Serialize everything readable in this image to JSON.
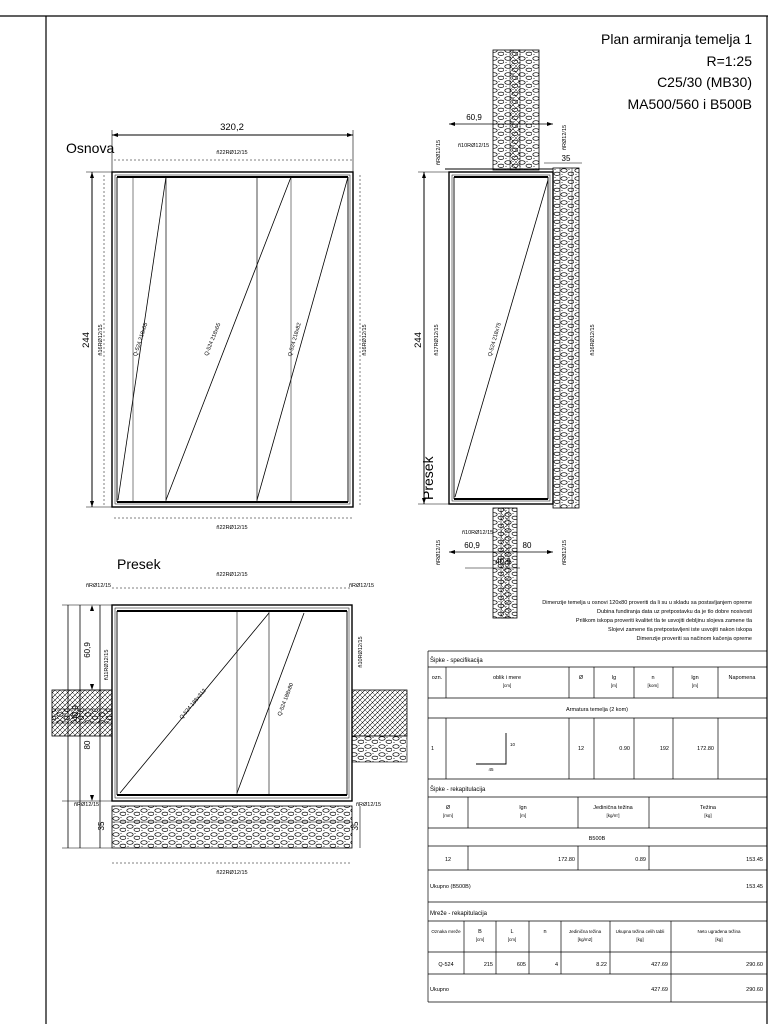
{
  "title_block": {
    "title": "Plan armiranja temelja 1",
    "scale": "R=1:25",
    "concrete": "C25/30 (MB30)",
    "steel": "MA500/560 i B500B"
  },
  "plan_view": {
    "label": "Osnova",
    "width_dim": "320,2",
    "height_dim": "244",
    "rebar_top": "ñ22RØ12/15",
    "rebar_bottom": "ñ22RØ12/15",
    "rebar_left": "ñ16RØ12/15",
    "rebar_right": "ñ16RØ12/15",
    "mesh_left": "Q-524 218x65",
    "mesh_center": "Q-524 218x65",
    "mesh_right": "Q-524 218x82"
  },
  "section_side": {
    "label": "Presek",
    "dim_top_left": "60,9",
    "dim_top_right": "35",
    "dim_height": "244",
    "dim_bottom_left": "60,9",
    "dim_bottom_mid": "80",
    "dim_bottom_small": "40,9",
    "rebar_top_left": "ñRØ12/15",
    "rebar_top": "ñ10RØ12/15",
    "rebar_top_right": "ñRØ12/15",
    "rebar_left": "ñ17RØ12/15",
    "rebar_right": "ñ16RØ12/15",
    "rebar_bottom_left": "ñRØ12/15",
    "rebar_bottom": "ñ10RØ12/15",
    "rebar_bottom_right": "ñRØ12/15",
    "mesh": "Q-524 218x75"
  },
  "section_front": {
    "label": "Presek",
    "dim_a": "60,9",
    "dim_b": "40,9",
    "dim_c": "80",
    "dim_d": "35",
    "rebar_top": "ñ22RØ12/15",
    "rebar_bottom": "ñ22RØ12/15",
    "rebar_corner_tl": "ñRØ12/15",
    "rebar_corner_tr": "ñRØ12/15",
    "rebar_corner_bl": "ñRØ12/15",
    "rebar_corner_br": "ñRØ12/15",
    "rebar_left": "ñ11RØ12/15",
    "rebar_right": "ñ10RØ12/15",
    "mesh_a": "Q-524 188x312",
    "mesh_b": "Q-524 188x80"
  },
  "notes": [
    "Dimenzije temelja u osnovi 120x80 proveriti da li su u skladu sa postavljanjem opreme",
    "Dubina fundiranja data uz pretpostavku da je tlo dobre nosivosti",
    "Prilikom iskopa proveriti kvalitet tla te usvojiti debljinu slojeva zamene tla",
    "Slojevi zamene tla pretpostavljeni iste usvojiti nakon iskopa",
    "Dimenzije proveriti sa načinom kačenja opreme"
  ],
  "spec_table": {
    "section_title": "Šipke - specifikacija",
    "headers": [
      {
        "main": "ozn.",
        "sub": ""
      },
      {
        "main": "oblik i mere",
        "sub": "[cm]"
      },
      {
        "main": "Ø",
        "sub": ""
      },
      {
        "main": "lg",
        "sub": "[m]"
      },
      {
        "main": "n",
        "sub": "[kom]"
      },
      {
        "main": "lgn",
        "sub": "[m]"
      },
      {
        "main": "Napomena",
        "sub": ""
      }
    ],
    "group_label": "Armatura temelja (2 kom)",
    "row": {
      "ozn": "1",
      "shape_a": "45",
      "shape_b": "10",
      "diameter": "12",
      "lg": "0.90",
      "n": "192",
      "lgn": "172.80",
      "note": ""
    }
  },
  "recap_table": {
    "section_title": "Šipke - rekapitulacija",
    "headers": [
      {
        "main": "Ø",
        "sub": "[mm]"
      },
      {
        "main": "lgn",
        "sub": "[m]"
      },
      {
        "main": "Jedinična težina",
        "sub": "[kg/m']"
      },
      {
        "main": "Težina",
        "sub": "[kg]"
      }
    ],
    "group_label": "B500B",
    "row": {
      "d": "12",
      "lgn": "172.80",
      "unit": "0.89",
      "weight": "153.45"
    },
    "total_label": "Ukupno (B500B)",
    "total_value": "153.45"
  },
  "mesh_table": {
    "section_title": "Mreže - rekapitulacija",
    "headers": [
      {
        "main": "Oznaka mreže",
        "sub": ""
      },
      {
        "main": "B",
        "sub": "[cm]"
      },
      {
        "main": "L",
        "sub": "[cm]"
      },
      {
        "main": "n",
        "sub": ""
      },
      {
        "main": "Jedinična težina",
        "sub": "[kg/m2]"
      },
      {
        "main": "Ukupna težina celih tabli",
        "sub": "[kg]"
      },
      {
        "main": "Neto ugrađena težina",
        "sub": "[kg]"
      }
    ],
    "row": {
      "name": "Q-524",
      "b": "215",
      "l": "605",
      "n": "4",
      "unit": "8.22",
      "total": "427.69",
      "net": "290.60"
    },
    "total_label": "Ukupno",
    "total_full": "427.69",
    "total_net": "290.60"
  }
}
